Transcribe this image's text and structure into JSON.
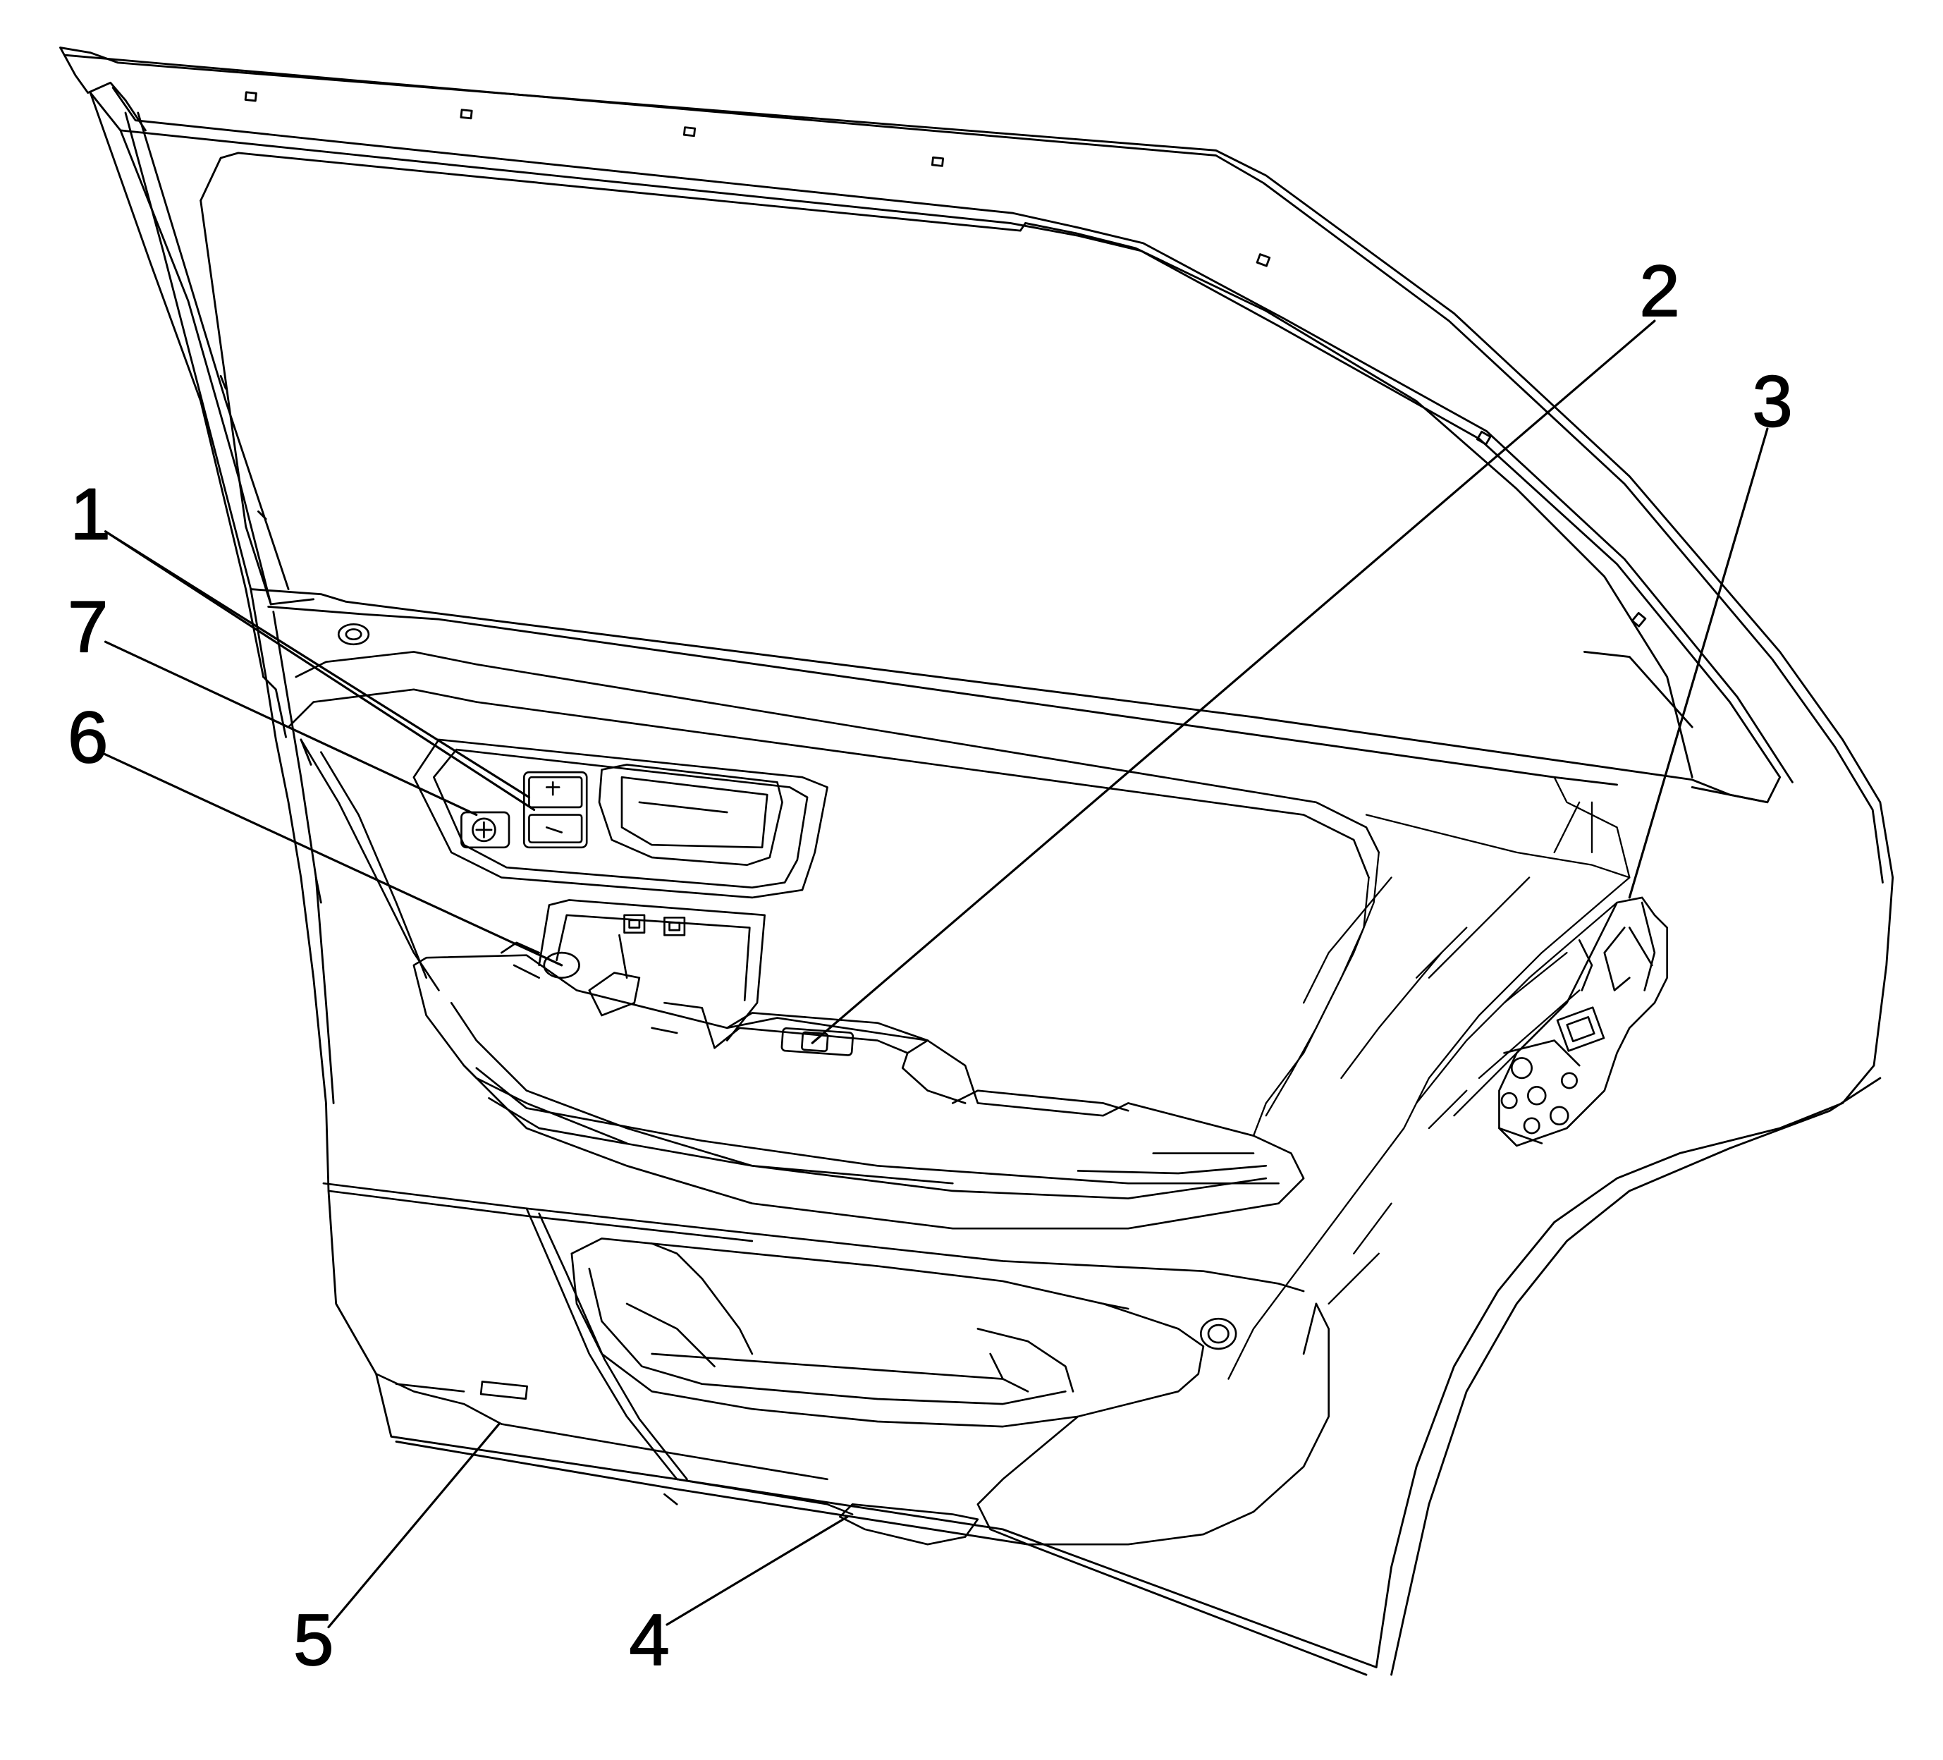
{
  "diagram": {
    "line_color": "#000000",
    "background_color": "#ffffff",
    "callouts": [
      {
        "id": "1",
        "label": "1"
      },
      {
        "id": "2",
        "label": "2"
      },
      {
        "id": "3",
        "label": "3"
      },
      {
        "id": "4",
        "label": "4"
      },
      {
        "id": "5",
        "label": "5"
      },
      {
        "id": "6",
        "label": "6"
      },
      {
        "id": "7",
        "label": "7"
      }
    ]
  }
}
